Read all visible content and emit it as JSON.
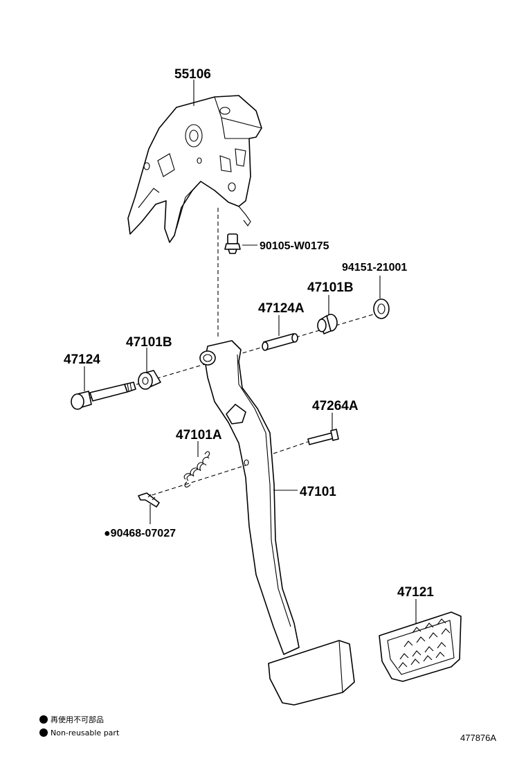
{
  "parts": {
    "bracket": "55106",
    "bolt_bracket": "90105-W0175",
    "nut": "94151-21001",
    "bushing_right": "47101B",
    "collar": "47124A",
    "bushing_left": "47101B",
    "pivot_bolt": "47124",
    "pin": "47264A",
    "spring": "47101A",
    "clip": "90468-07027",
    "pedal_arm": "47101",
    "pedal_pad": "47121"
  },
  "legend": {
    "marker": "●",
    "line1": "再使用不可部品",
    "line2": "Non-reusable part"
  },
  "figure_ref": "477876A"
}
